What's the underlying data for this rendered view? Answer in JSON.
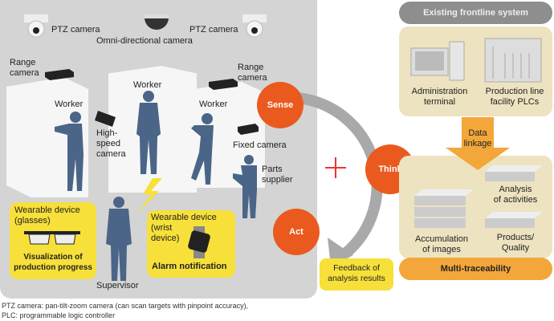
{
  "floor": {
    "ptz_camera_left": "PTZ camera",
    "omni_camera": "Omni-directional camera",
    "ptz_camera_right": "PTZ camera",
    "range_camera_left": [
      "Range",
      "camera"
    ],
    "range_camera_right": [
      "Range",
      "camera"
    ],
    "workers": [
      "Worker",
      "Worker",
      "Worker"
    ],
    "high_speed_camera": [
      "High-",
      "speed",
      "camera"
    ],
    "fixed_camera": "Fixed camera",
    "parts_supplier": [
      "Parts",
      "supplier"
    ],
    "supervisor": "Supervisor",
    "glasses": {
      "title": [
        "Wearable device",
        "(glasses)"
      ],
      "caption": [
        "Visualization of",
        "production progress"
      ]
    },
    "wrist": {
      "title": [
        "Wearable device",
        "(wrist",
        "device)"
      ],
      "caption": "Alarm notification"
    }
  },
  "cycle": {
    "sense": "Sense",
    "think": "Think",
    "act": "Act",
    "feedback": [
      "Feedback of",
      "analysis results"
    ]
  },
  "right": {
    "header": "Existing frontline system",
    "admin_terminal": [
      "Administration",
      "terminal"
    ],
    "plcs": [
      "Production line",
      "facility PLCs"
    ],
    "data_linkage": [
      "Data",
      "linkage"
    ],
    "analysis": [
      "Analysis",
      "of activities"
    ],
    "accumulation": [
      "Accumulation",
      "of images"
    ],
    "products": [
      "Products/",
      "Quality"
    ],
    "footer": "Multi-traceability"
  },
  "caption": [
    "PTZ camera: pan-tilt-zoom camera (can scan targets with pinpoint accuracy),",
    "PLC: programmable logic controller"
  ],
  "colors": {
    "orange": "#ea5a1e",
    "yellow": "#f7e03a",
    "beige": "#ede3c0",
    "gray": "#d4d4d4",
    "figure": "#4a6587",
    "amber": "#f3a73a"
  }
}
